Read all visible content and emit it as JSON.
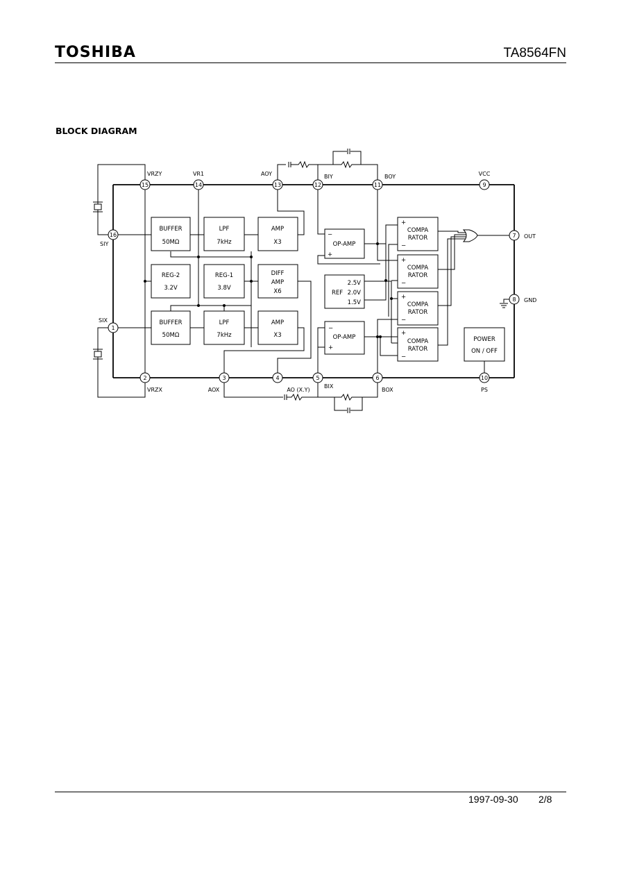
{
  "header": {
    "brand": "TOSHIBA",
    "part_number": "TA8564FN"
  },
  "section": {
    "title": "BLOCK DIAGRAM"
  },
  "footer": {
    "date": "1997-09-30",
    "page": "2/8"
  },
  "blocks": {
    "buffer_y": {
      "line1": "BUFFER",
      "line2": "50MΩ"
    },
    "lpf_y": {
      "line1": "LPF",
      "line2": "7kHz"
    },
    "amp_y": {
      "line1": "AMP",
      "line2": "X3"
    },
    "reg2": {
      "line1": "REG-2",
      "line2": "3.2V"
    },
    "reg1": {
      "line1": "REG-1",
      "line2": "3.8V"
    },
    "diff_amp": {
      "line1": "DIFF",
      "line2": "AMP",
      "line3": "X6"
    },
    "buffer_x": {
      "line1": "BUFFER",
      "line2": "50MΩ"
    },
    "lpf_x": {
      "line1": "LPF",
      "line2": "7kHz"
    },
    "amp_x": {
      "line1": "AMP",
      "line2": "X3"
    },
    "opamp_y": {
      "label": "OP-AMP",
      "minus": "−",
      "plus": "+"
    },
    "ref": {
      "v1": "2.5V",
      "label": "REF",
      "v2": "2.0V",
      "v3": "1.5V"
    },
    "opamp_x": {
      "label": "OP-AMP",
      "minus": "−",
      "plus": "+"
    },
    "comp1": {
      "line1": "COMPA",
      "line2": "RATOR",
      "plus": "+",
      "minus": "−"
    },
    "comp2": {
      "line1": "COMPA",
      "line2": "RATOR",
      "plus": "+",
      "minus": "−"
    },
    "comp3": {
      "line1": "COMPA",
      "line2": "RATOR",
      "plus": "+",
      "minus": "−"
    },
    "comp4": {
      "line1": "COMPA",
      "line2": "RATOR",
      "plus": "+",
      "minus": "−"
    },
    "power": {
      "line1": "POWER",
      "line2": "ON / OFF"
    }
  },
  "pins": {
    "p15": {
      "num": "15",
      "name": "VRZY"
    },
    "p14": {
      "num": "14",
      "name": "VR1"
    },
    "p13": {
      "num": "13",
      "name": "AOY"
    },
    "p12": {
      "num": "12",
      "name": "BIY"
    },
    "p11": {
      "num": "11",
      "name": "BOY"
    },
    "p9": {
      "num": "9",
      "name": "VCC"
    },
    "p16": {
      "num": "16",
      "name": "SIY"
    },
    "p7": {
      "num": "7",
      "name": "OUT"
    },
    "p8": {
      "num": "8",
      "name": "GND"
    },
    "p1": {
      "num": "1",
      "name": "SIX"
    },
    "p2": {
      "num": "2",
      "name": "VRZX"
    },
    "p3": {
      "num": "3",
      "name": "AOX"
    },
    "p4": {
      "num": "4",
      "name": "AO (X.Y)"
    },
    "p5": {
      "num": "5",
      "name": "BIX"
    },
    "p6": {
      "num": "6",
      "name": "BOX"
    },
    "p10": {
      "num": "10",
      "name": "PS"
    }
  }
}
